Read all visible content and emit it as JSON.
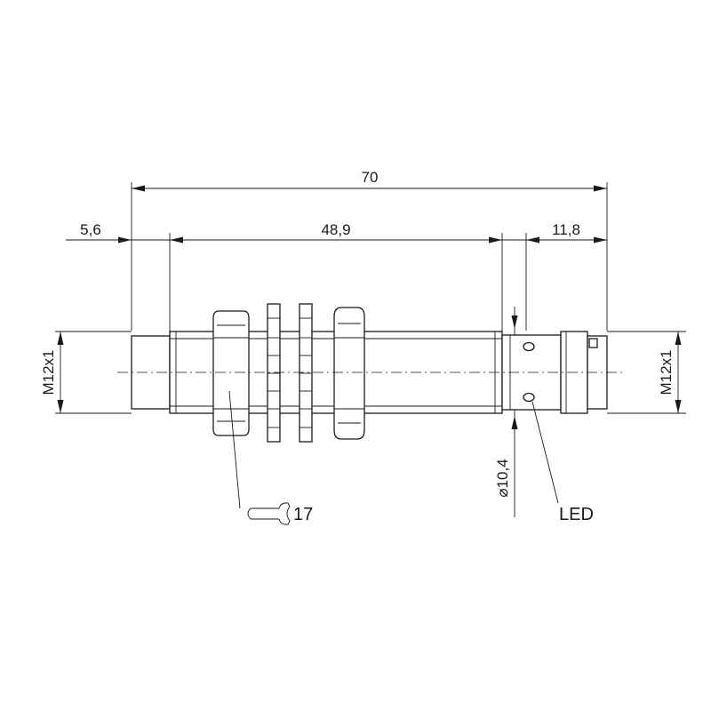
{
  "dimensions": {
    "overall_length": "70",
    "front_cap_length": "5,6",
    "thread_length": "48,9",
    "connector_length": "11,8",
    "thread_left": "M12x1",
    "thread_right": "M12x1",
    "diameter": "⌀10,4",
    "wrench_size": "17"
  },
  "labels": {
    "led": "LED"
  }
}
